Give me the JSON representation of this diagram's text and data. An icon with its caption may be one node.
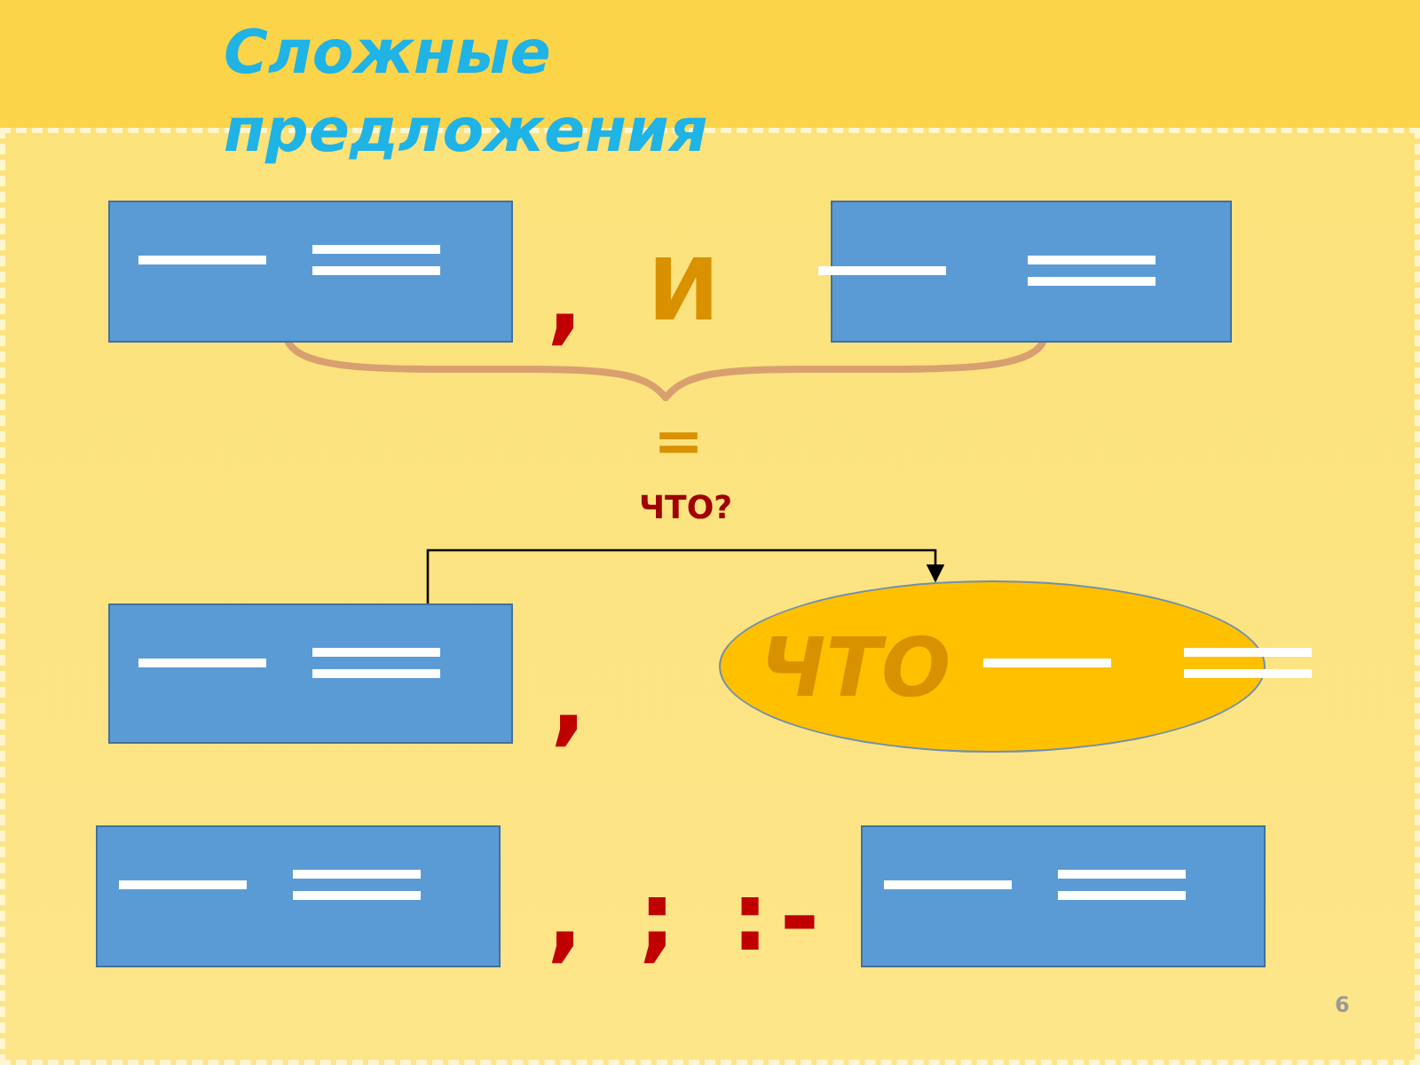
{
  "diagram": {
    "title": "Сложные предложения",
    "nodes": [
      {
        "text": [],
        "shape": "box"
      },
      {
        "text": [],
        "shape": "box"
      },
      {
        "text": [],
        "shape": "box"
      },
      {
        "text": [
          "ЧТО"
        ]
      },
      {
        "text": [],
        "shape": "box"
      },
      {
        "text": [],
        "shape": "box"
      }
    ],
    "edges": [
      {
        "from": 2,
        "to": 3,
        "arrow": "to"
      }
    ],
    "labels": [
      ",",
      "И",
      "=",
      "ЧТО?",
      ",",
      ", ; :-",
      "6"
    ]
  }
}
